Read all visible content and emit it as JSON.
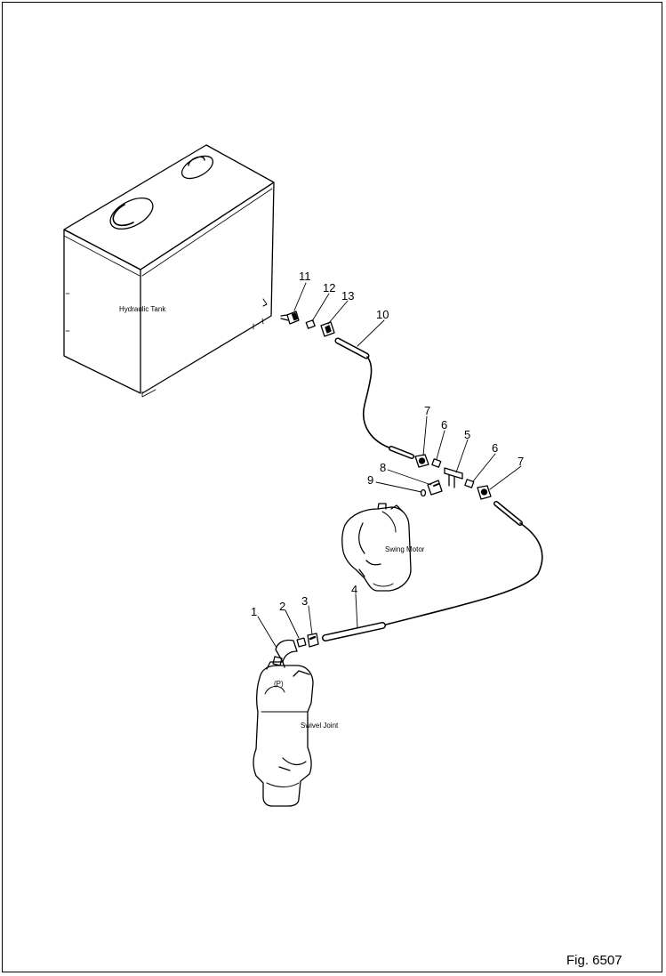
{
  "figure": {
    "caption": "Fig. 6507"
  },
  "components": {
    "hydraulic_tank": "Hydraulic Tank",
    "swing_motor": "Swing Motor",
    "swivel_joint": "Swivel Joint",
    "swivel_mark": "(P)"
  },
  "callouts": {
    "c1": "1",
    "c2": "2",
    "c3": "3",
    "c4": "4",
    "c5": "5",
    "c6a": "6",
    "c6b": "6",
    "c7a": "7",
    "c7b": "7",
    "c8": "8",
    "c9": "9",
    "c10": "10",
    "c11": "11",
    "c12": "12",
    "c13": "13"
  }
}
